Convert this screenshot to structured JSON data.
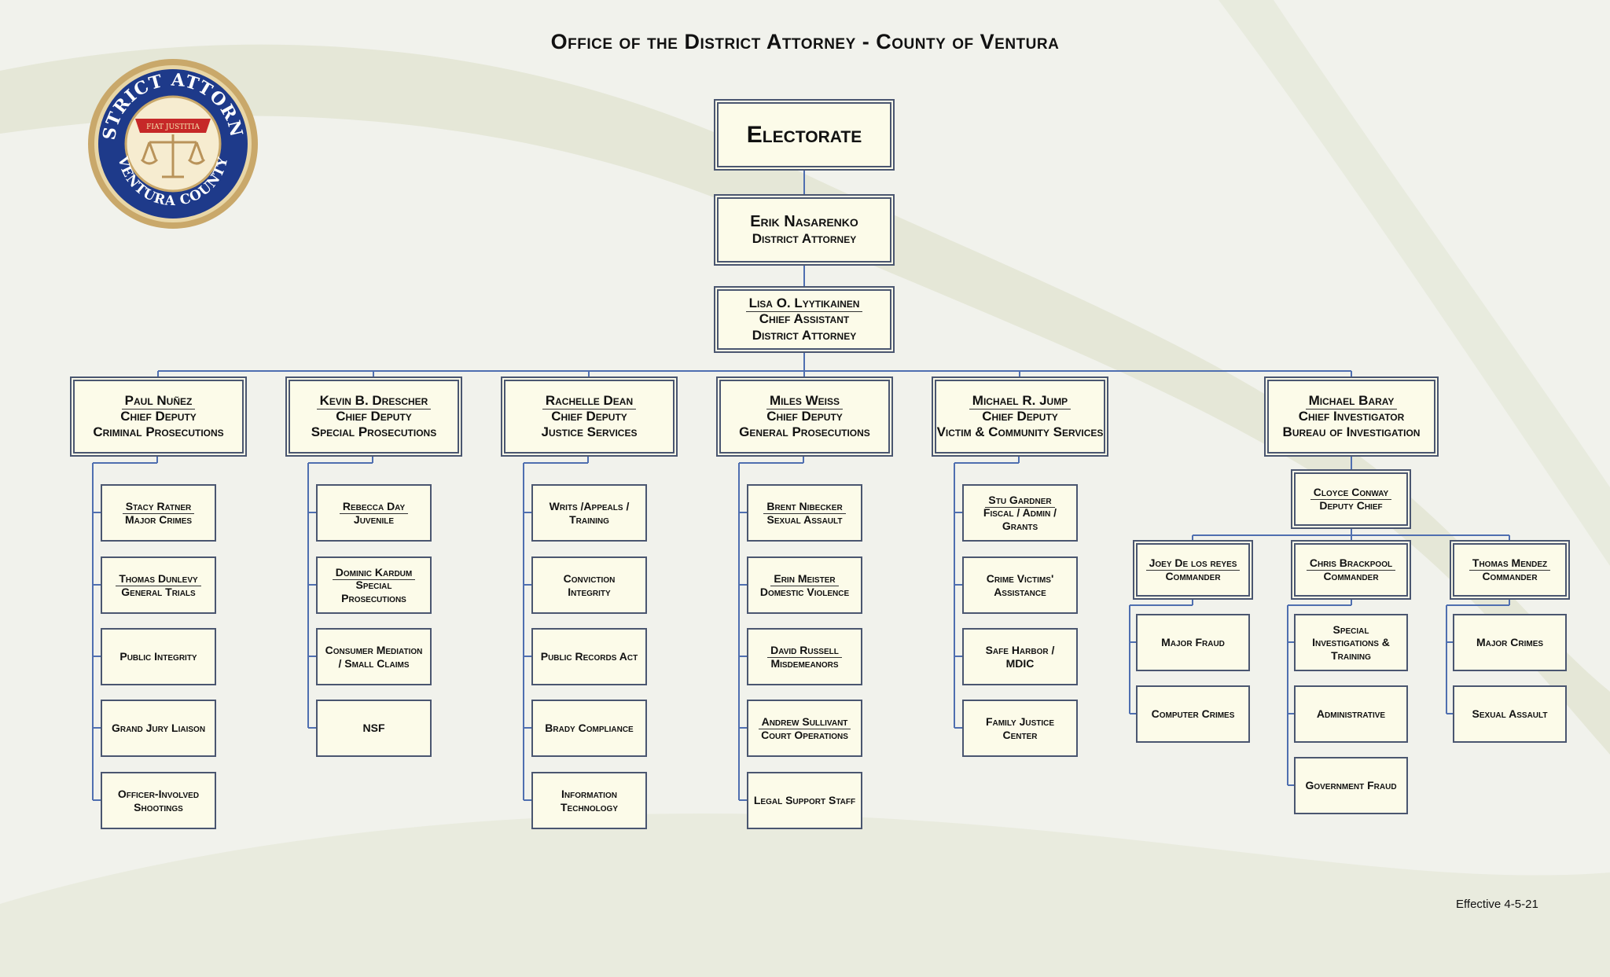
{
  "title": "Office of the District Attorney - County of Ventura",
  "seal": {
    "ring_text_top": "DISTRICT ATTORNEY",
    "ring_text_bottom": "VENTURA COUNTY",
    "ribbon_text": "FIAT JUSTITIA",
    "colors": {
      "ring": "#1e3a8a",
      "gold": "#c9a86a",
      "ribbon": "#c62828"
    }
  },
  "electorate": "Electorate",
  "da": {
    "name": "Erik Nasarenko",
    "title": "District Attorney"
  },
  "chief_assistant": {
    "name": "Lisa O. Lyytikainen",
    "title1": "Chief Assistant",
    "title2": "District Attorney"
  },
  "divisions": [
    {
      "name": "Paul Nuñez",
      "title1": "Chief Deputy",
      "title2": "Criminal Prosecutions",
      "units": [
        {
          "name": "Stacy Ratner",
          "text": "Major Crimes"
        },
        {
          "name": "Thomas Dunlevy",
          "text": "General Trials"
        },
        {
          "text": "Public Integrity"
        },
        {
          "text": "Grand Jury Liaison"
        },
        {
          "text": "Officer-Involved Shootings"
        }
      ]
    },
    {
      "name": "Kevin B. Drescher",
      "title1": "Chief Deputy",
      "title2": "Special Prosecutions",
      "units": [
        {
          "name": "Rebecca Day",
          "text": "Juvenile"
        },
        {
          "name": "Dominic Kardum",
          "text": "Special Prosecutions"
        },
        {
          "text": "Consumer Mediation / Small Claims"
        },
        {
          "text": "NSF"
        }
      ]
    },
    {
      "name": "Rachelle Dean",
      "title1": "Chief Deputy",
      "title2": "Justice Services",
      "units": [
        {
          "text": "Writs /Appeals / Training"
        },
        {
          "text": "Conviction Integrity"
        },
        {
          "text": "Public Records Act"
        },
        {
          "text": "Brady Compliance"
        },
        {
          "text": "Information Technology"
        }
      ]
    },
    {
      "name": "Miles Weiss",
      "title1": "Chief Deputy",
      "title2": "General Prosecutions",
      "units": [
        {
          "name": "Brent Nibecker",
          "text": "Sexual Assault"
        },
        {
          "name": "Erin Meister",
          "text": "Domestic Violence"
        },
        {
          "name": "David Russell",
          "text": "Misdemeanors"
        },
        {
          "name": "Andrew Sullivant",
          "text": "Court Operations"
        },
        {
          "text": "Legal Support Staff"
        }
      ]
    },
    {
      "name": "Michael R. Jump",
      "title1": "Chief Deputy",
      "title2": "Victim & Community Services",
      "units": [
        {
          "name": "Stu Gardner",
          "text": "Fiscal / Admin / Grants"
        },
        {
          "text": "Crime Victims' Assistance"
        },
        {
          "text": "Safe Harbor / MDIC"
        },
        {
          "text": "Family Justice Center"
        }
      ]
    },
    {
      "name": "Michael Baray",
      "title1": "Chief Investigator",
      "title2": "Bureau of Investigation",
      "deputy": {
        "name": "Cloyce Conway",
        "title": "Deputy Chief"
      },
      "commanders": [
        {
          "name": "Joey De los reyes",
          "title": "Commander",
          "units": [
            {
              "text": "Major Fraud"
            },
            {
              "text": "Computer Crimes"
            }
          ]
        },
        {
          "name": "Chris Brackpool",
          "title": "Commander",
          "units": [
            {
              "text": "Special Investigations & Training"
            },
            {
              "text": "Administrative"
            },
            {
              "text": "Government Fraud"
            }
          ]
        },
        {
          "name": "Thomas Mendez",
          "title": "Commander",
          "units": [
            {
              "text": "Major Crimes"
            },
            {
              "text": "Sexual Assault"
            }
          ]
        }
      ]
    }
  ],
  "effective": "Effective 4-5-21",
  "colors": {
    "box_fill": "#fcfbe9",
    "border": "#4a5670",
    "connector": "#4f6fb0",
    "background": "#f1f2ec"
  }
}
